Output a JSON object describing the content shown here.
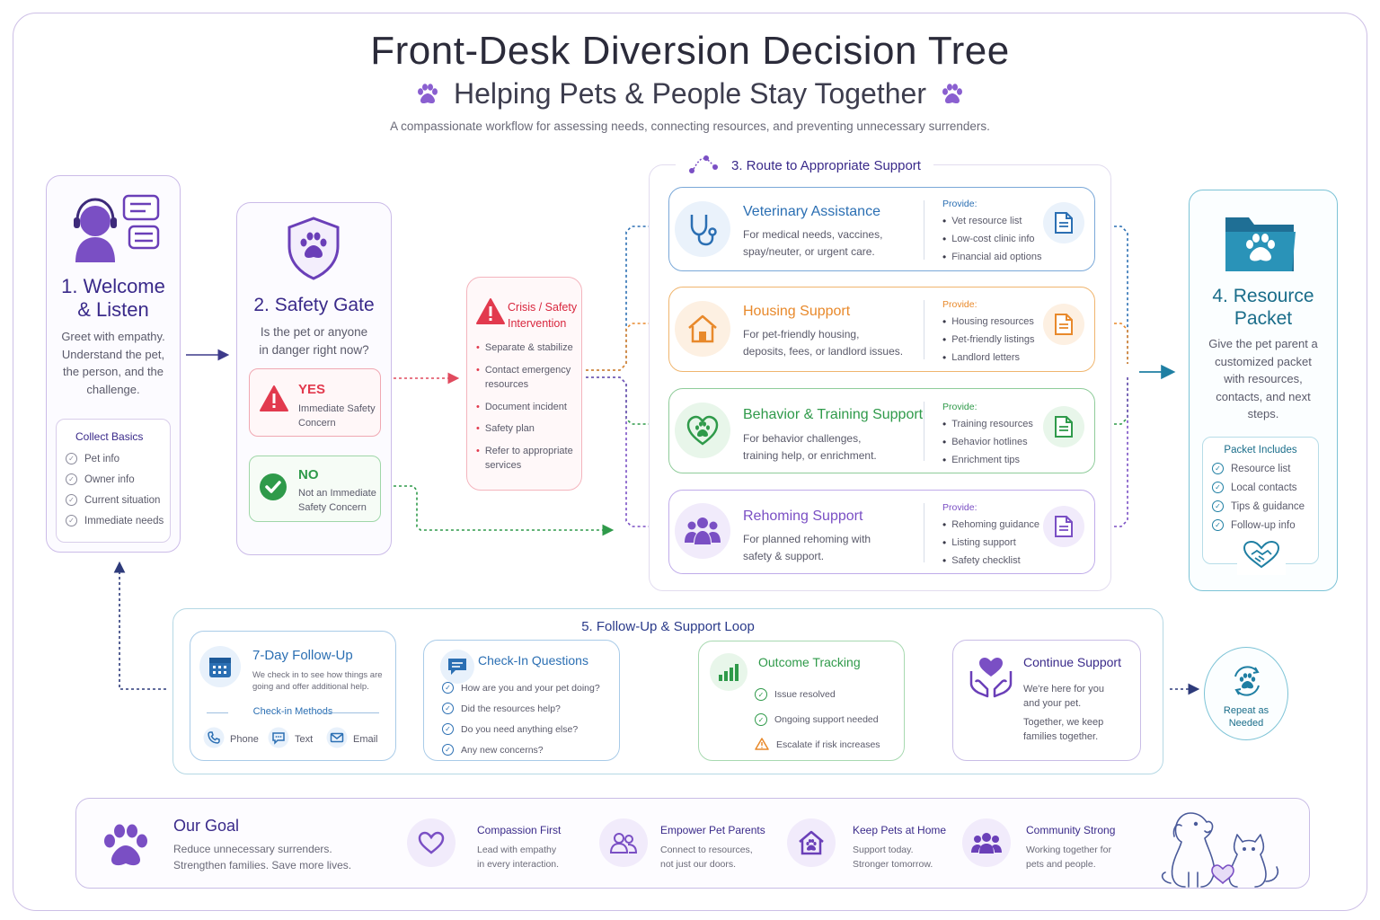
{
  "header": {
    "title": "Front-Desk Diversion Decision Tree",
    "subtitle": "Helping Pets & People Stay Together",
    "description": "A compassionate workflow for assessing needs, connecting resources, and preventing unnecessary surrenders."
  },
  "step1": {
    "title_line1": "1. Welcome",
    "title_line2": "& Listen",
    "body": [
      "Greet with empathy.",
      "Understand the pet,",
      "the person, and the",
      "challenge."
    ],
    "box_title": "Collect Basics",
    "items": [
      "Pet info",
      "Owner info",
      "Current situation",
      "Immediate needs"
    ]
  },
  "step2": {
    "title": "2. Safety Gate",
    "question": [
      "Is the pet or anyone",
      "in danger right now?"
    ],
    "yes_label": "YES",
    "yes_desc": [
      "Immediate Safety",
      "Concern"
    ],
    "no_label": "NO",
    "no_desc": [
      "Not an Immediate",
      "Safety Concern"
    ]
  },
  "crisis": {
    "title": [
      "Crisis / Safety",
      "Intervention"
    ],
    "items": [
      [
        "Separate & stabilize"
      ],
      [
        "Contact emergency",
        "resources"
      ],
      [
        "Document incident"
      ],
      [
        "Safety plan"
      ],
      [
        "Refer to appropriate",
        "services"
      ]
    ]
  },
  "step3": {
    "title": "3. Route to Appropriate Support",
    "routes": [
      {
        "title": "Veterinary Assistance",
        "desc": [
          "For medical needs, vaccines,",
          "spay/neuter, or urgent care."
        ],
        "provide": "Provide:",
        "items": [
          "Vet resource list",
          "Low-cost clinic info",
          "Financial aid options"
        ],
        "color": "#2b6fb3"
      },
      {
        "title": "Housing Support",
        "desc": [
          "For pet-friendly housing,",
          "deposits, fees, or landlord issues."
        ],
        "provide": "Provide:",
        "items": [
          "Housing resources",
          "Pet-friendly listings",
          "Landlord letters"
        ],
        "color": "#e8892b"
      },
      {
        "title": "Behavior & Training Support",
        "desc": [
          "For behavior challenges,",
          "training help, or enrichment."
        ],
        "provide": "Provide:",
        "items": [
          "Training resources",
          "Behavior hotlines",
          "Enrichment tips"
        ],
        "color": "#2f9a4a"
      },
      {
        "title": "Rehoming Support",
        "desc": [
          "For planned rehoming with",
          "safety & support."
        ],
        "provide": "Provide:",
        "items": [
          "Rehoming guidance",
          "Listing support",
          "Safety checklist"
        ],
        "color": "#7a4fc4"
      }
    ]
  },
  "step4": {
    "title_line1": "4. Resource",
    "title_line2": "Packet",
    "body": [
      "Give the pet parent a",
      "customized packet",
      "with resources,",
      "contacts, and next",
      "steps."
    ],
    "box_title": "Packet Includes",
    "items": [
      "Resource list",
      "Local contacts",
      "Tips & guidance",
      "Follow-up info"
    ]
  },
  "step5": {
    "title": "5. Follow-Up & Support Loop",
    "followup": {
      "title": "7-Day Follow-Up",
      "desc": [
        "We check in to see how things are",
        "going and offer additional help."
      ],
      "methods_title": "Check-in Methods",
      "methods": [
        "Phone",
        "Text",
        "Email"
      ]
    },
    "questions": {
      "title": "Check-In Questions",
      "items": [
        "How are you and your pet doing?",
        "Did the resources help?",
        "Do you need anything else?",
        "Any new concerns?"
      ]
    },
    "outcome": {
      "title": "Outcome Tracking",
      "items": [
        "Issue resolved",
        "Ongoing support needed",
        "Escalate if risk increases"
      ]
    },
    "continue": {
      "title": "Continue Support",
      "desc1": [
        "We're here for you",
        "and your pet."
      ],
      "desc2": [
        "Together, we keep",
        "families together."
      ]
    },
    "repeat": [
      "Repeat as",
      "Needed"
    ]
  },
  "goal": {
    "title": "Our Goal",
    "desc": [
      "Reduce unnecessary surrenders.",
      "Strengthen families. Save more lives."
    ],
    "values": [
      {
        "title": "Compassion First",
        "desc": [
          "Lead with empathy",
          "in every interaction."
        ]
      },
      {
        "title": "Empower Pet Parents",
        "desc": [
          "Connect to resources,",
          "not just our doors."
        ]
      },
      {
        "title": "Keep Pets at Home",
        "desc": [
          "Support today.",
          "Stronger tomorrow."
        ]
      },
      {
        "title": "Community Strong",
        "desc": [
          "Working together for",
          "pets and people."
        ]
      }
    ]
  },
  "colors": {
    "purple": "#6a3fb8",
    "blue": "#1f7fa3",
    "red": "#e23a4e",
    "green": "#2f9a4a",
    "orange": "#e8892b"
  }
}
